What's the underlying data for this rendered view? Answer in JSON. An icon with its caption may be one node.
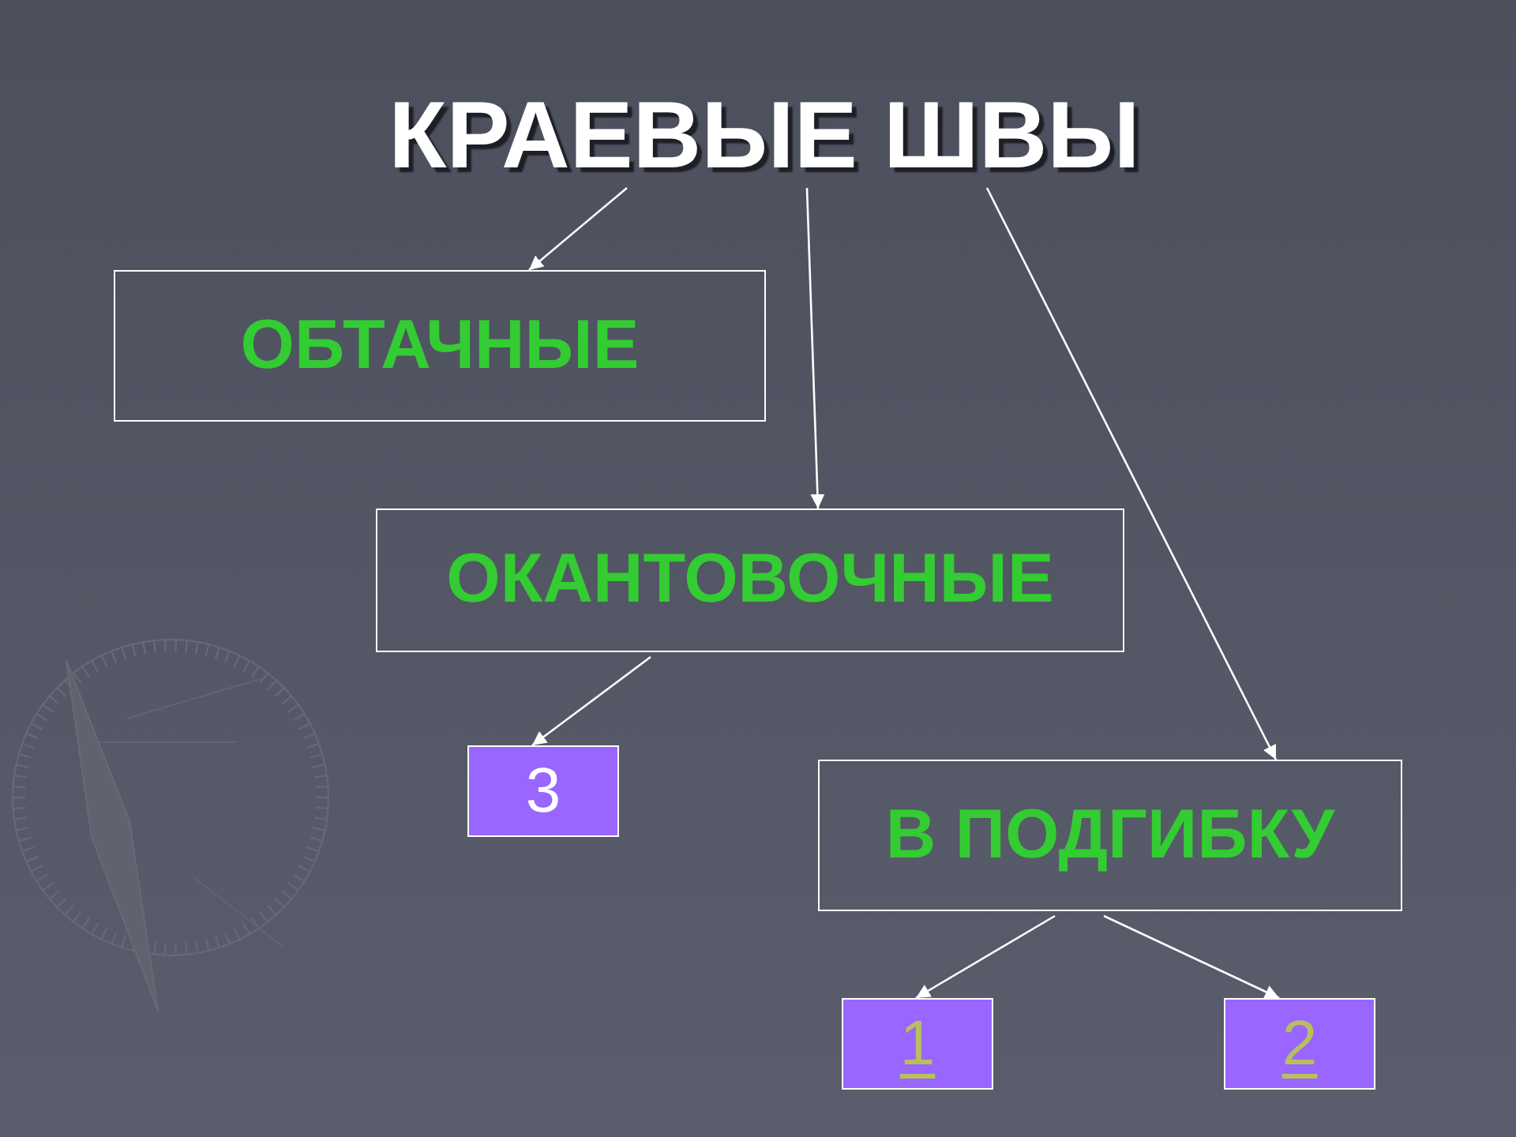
{
  "diagram": {
    "nodes": [
      {
        "text": [
          "КРАЕВЫЕ ШВЫ"
        ]
      },
      {
        "text": [
          "ОБТАЧНЫЕ"
        ]
      },
      {
        "text": [
          "ОКАНТОВОЧНЫЕ"
        ]
      },
      {
        "text": [
          "3"
        ]
      },
      {
        "text": [
          "В ПОДГИБКУ"
        ]
      },
      {
        "text": [
          "1"
        ]
      },
      {
        "text": [
          "2"
        ]
      }
    ],
    "edges": [
      {
        "from": 0,
        "to": 1,
        "arrow": "to"
      },
      {
        "from": 0,
        "to": 2,
        "arrow": "to"
      },
      {
        "from": 0,
        "to": 4,
        "arrow": "to"
      },
      {
        "from": 2,
        "to": 3,
        "arrow": "to"
      },
      {
        "from": 4,
        "to": 5,
        "arrow": "to"
      },
      {
        "from": 4,
        "to": 6,
        "arrow": "to"
      }
    ]
  }
}
